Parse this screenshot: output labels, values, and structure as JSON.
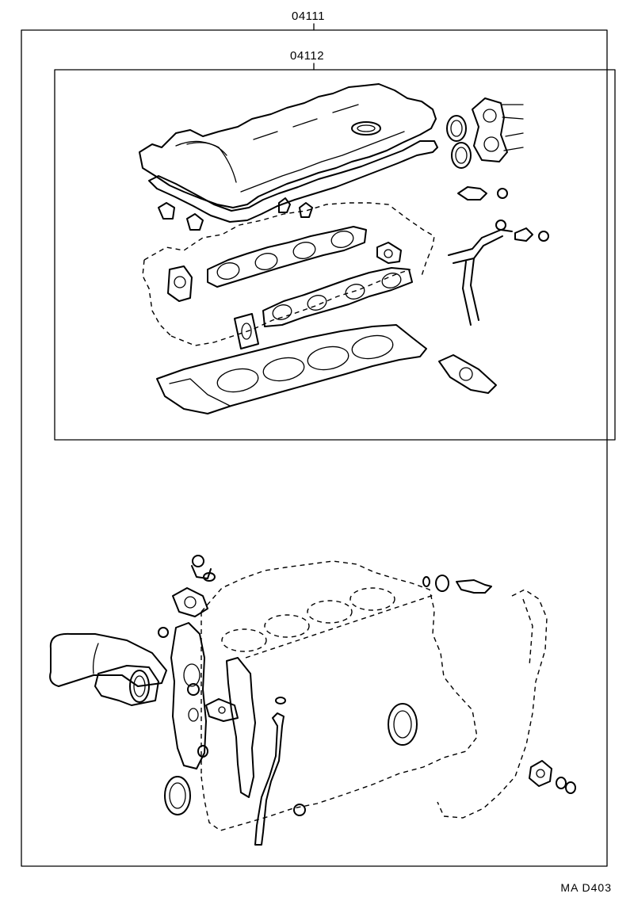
{
  "labels": {
    "outer_part_number": "04111",
    "inner_part_number": "04112",
    "illustration_ref": "MA  D403"
  },
  "parts": [
    "cylinder-head-cover",
    "cylinder-head-cover-gasket",
    "spark-plug-tube-gasket",
    "intake-manifold-gasket",
    "exhaust-manifold-gasket",
    "cylinder-head-gasket",
    "camshaft-oil-seal",
    "cylinder-block",
    "timing-case-gasket",
    "crankshaft-front-oil-seal",
    "crankshaft-rear-oil-seal",
    "oil-pan",
    "water-inlet",
    "oil-level-gauge-guide"
  ]
}
